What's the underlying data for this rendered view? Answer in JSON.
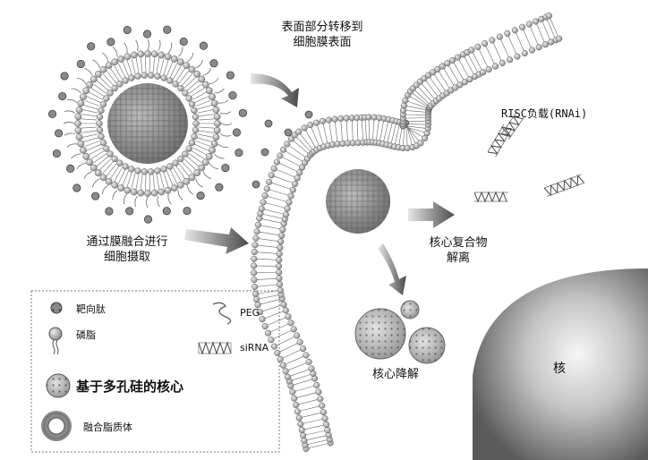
{
  "labels": {
    "surface_transfer_1": "表面部分转移到",
    "surface_transfer_2": "细胞膜表面",
    "risc": "RISC负载(RNAi)",
    "fusion_uptake_1": "通过膜融合进行",
    "fusion_uptake_2": "细胞摄取",
    "core_release_1": "核心复合物",
    "core_release_2": "解离",
    "core_degradation": "核心降解",
    "nucleus": "核"
  },
  "legend": {
    "targeting_peptide": "靶向肽",
    "peg": "PEG",
    "phospholipid": "磷脂",
    "sirna": "siRNA",
    "porous_silicon_core": "基于多孔硅的核心",
    "fusogenic_liposome": "融合脂质体"
  }
}
